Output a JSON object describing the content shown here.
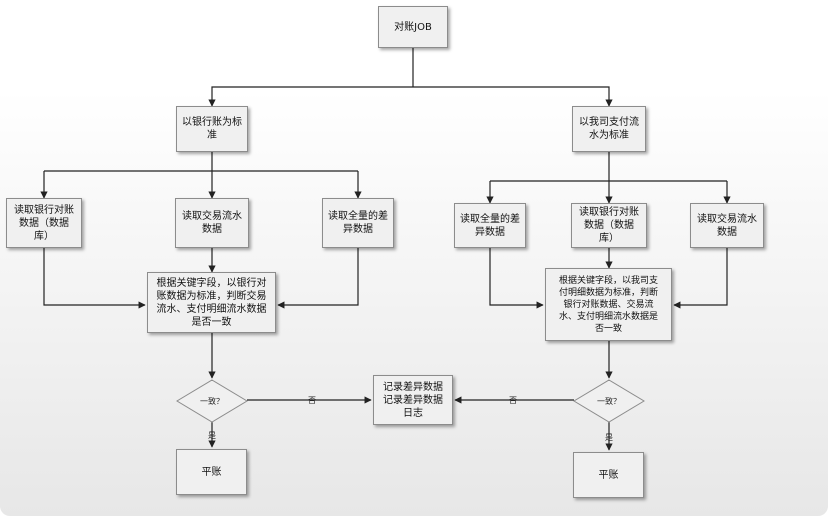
{
  "nodes": {
    "root": "对账JOB",
    "left_standard": "以银行账为标\n准",
    "right_standard": "以我司支付流\n水为标准",
    "left_read_bank": "读取银行对账\n数据（数据\n库）",
    "left_read_trade": "读取交易流水\n数据",
    "left_read_diff": "读取全量的差\n异数据",
    "left_compare": "根据关键字段，以银行对\n账数据为标准，判断交易\n流水、支付明细流水数据\n是否一致",
    "right_read_diff": "读取全量的差\n异数据",
    "right_read_bank": "读取银行对账\n数据（数据\n库）",
    "right_read_trade": "读取交易流水\n数据",
    "right_compare": "根据关键字段，以我司支\n付明细数据为标准，判断\n银行对账数据、交易流\n水、支付明细流水数据是\n否一致",
    "record": "记录差异数据\n记录差异数据\n日志",
    "left_decision": "一致？",
    "right_decision": "一致？",
    "left_balanced": "平账",
    "right_balanced": "平账"
  },
  "edges": {
    "left_yes": "是",
    "left_no": "否",
    "right_yes": "是",
    "right_no": "否"
  }
}
